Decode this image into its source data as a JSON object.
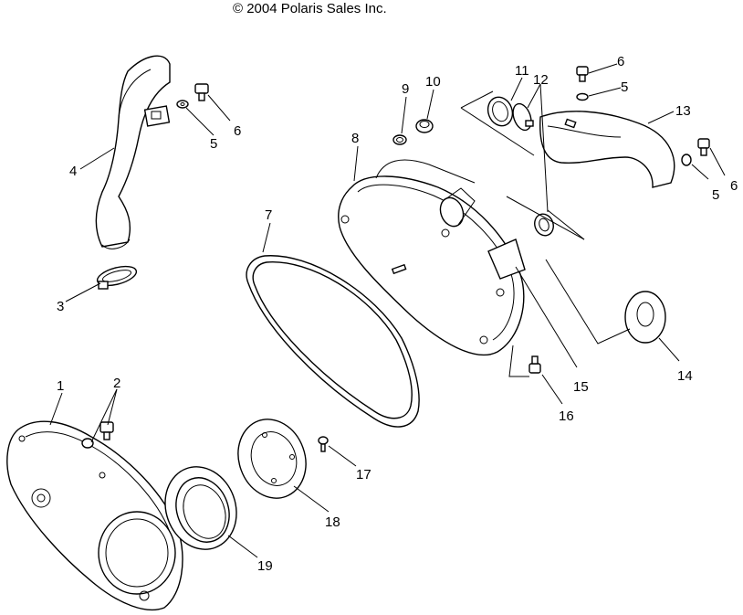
{
  "copyright": "© 2004 Polaris Sales Inc.",
  "callouts": {
    "c1": "1",
    "c2": "2",
    "c3": "3",
    "c4": "4",
    "c5a": "5",
    "c5b": "5",
    "c5c": "5",
    "c6a": "6",
    "c6b": "6",
    "c6c": "6",
    "c7": "7",
    "c8": "8",
    "c9": "9",
    "c10": "10",
    "c11": "11",
    "c12": "12",
    "c13": "13",
    "c14": "14",
    "c15": "15",
    "c16": "16",
    "c17": "17",
    "c18": "18",
    "c19": "19"
  }
}
